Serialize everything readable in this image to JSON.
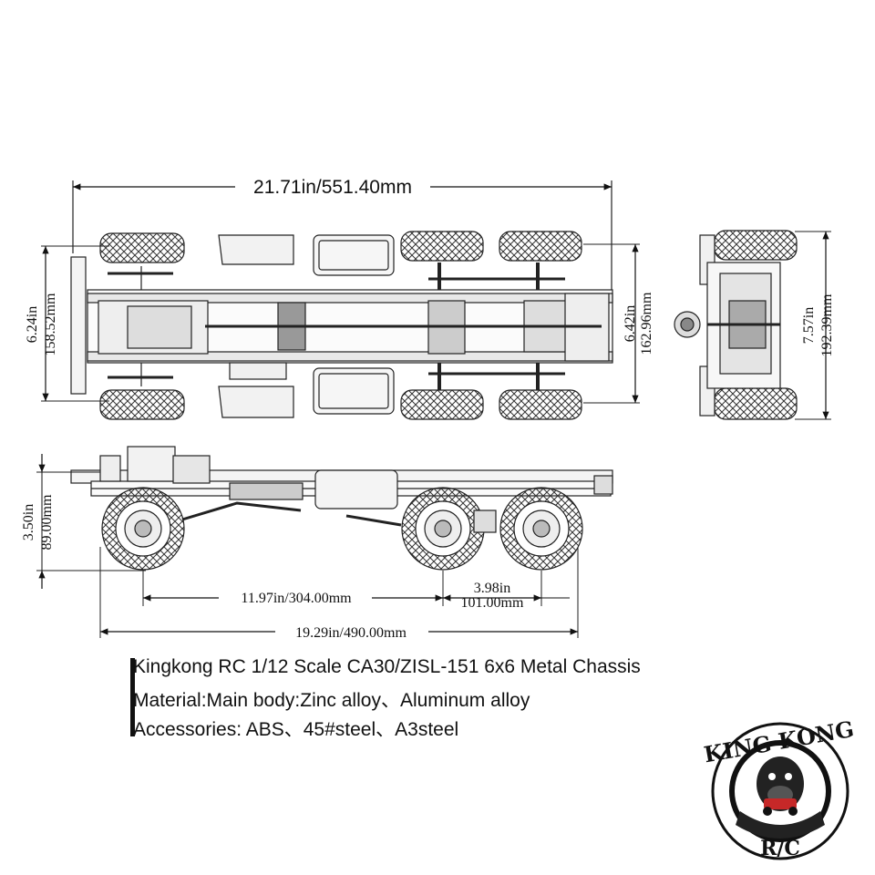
{
  "dimensions": {
    "top_length": "21.71in/551.40mm",
    "front_width_in": "6.24in",
    "front_width_mm": "158.52mm",
    "rear_width_in": "6.42in",
    "rear_width_mm": "162.96mm",
    "end_width_in": "7.57in",
    "end_width_mm": "192.39mm",
    "side_height_in": "3.50in",
    "side_height_mm": "89.00mm",
    "wheelbase": "11.97in/304.00mm",
    "axle_spacing_in": "3.98in",
    "axle_spacing_mm": "101.00mm",
    "total_length": "19.29in/490.00mm"
  },
  "specs": {
    "title": "Kingkong RC 1/12 Scale CA30/ZISL-151 6x6 Metal Chassis",
    "material": "Material:Main body:Zinc alloy、Aluminum alloy",
    "accessories": "Accessories: ABS、45#steel、A3steel"
  },
  "logo": {
    "top_text": "KING KONG",
    "bottom_text": "R/C"
  }
}
